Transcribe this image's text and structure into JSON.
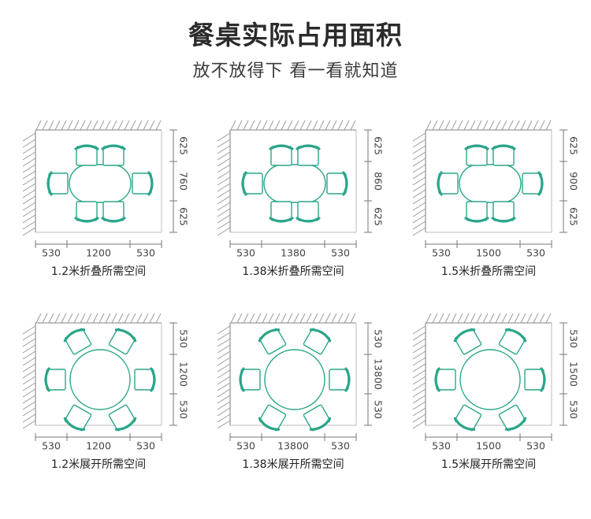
{
  "header": {
    "title": "餐桌实际占用面积",
    "subtitle": "放不放得下 看一看就知道"
  },
  "colors": {
    "chair": "#2aa58a",
    "wall": "#9a9a9a",
    "text": "#333333"
  },
  "panels": [
    {
      "type": "rect",
      "caption": "1.2米折叠所需空间",
      "bottom": [
        "530",
        "1200",
        "530"
      ],
      "right": [
        "625",
        "760",
        "625"
      ]
    },
    {
      "type": "rect",
      "caption": "1.38米折叠所需空间",
      "bottom": [
        "530",
        "1380",
        "530"
      ],
      "right": [
        "625",
        "860",
        "625"
      ]
    },
    {
      "type": "rect",
      "caption": "1.5米折叠所需空间",
      "bottom": [
        "530",
        "1500",
        "530"
      ],
      "right": [
        "625",
        "900",
        "625"
      ]
    },
    {
      "type": "round",
      "caption": "1.2米展开所需空间",
      "bottom": [
        "530",
        "1200",
        "530"
      ],
      "right": [
        "530",
        "1200",
        "530"
      ]
    },
    {
      "type": "round",
      "caption": "1.38米展开所需空间",
      "bottom": [
        "530",
        "13800",
        "530"
      ],
      "right": [
        "530",
        "13800",
        "530"
      ]
    },
    {
      "type": "round",
      "caption": "1.5米展开所需空间",
      "bottom": [
        "530",
        "1500",
        "530"
      ],
      "right": [
        "530",
        "1500",
        "530"
      ]
    }
  ]
}
